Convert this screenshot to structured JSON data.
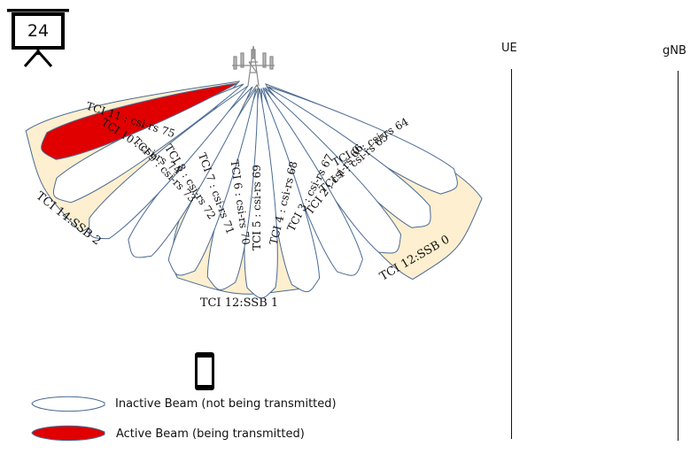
{
  "slide_counter": "24",
  "lanes": {
    "ue": "UE",
    "gnb": "gNB"
  },
  "ssb_groups": [
    {
      "id": "ssb0",
      "label": "TCI 12:SSB 0"
    },
    {
      "id": "ssb1",
      "label": "TCI 12:SSB 1"
    },
    {
      "id": "ssb2",
      "label": "TCI 14:SSB 2"
    }
  ],
  "beams": [
    {
      "tci": "0",
      "label": "TCI 0 : csi-rs 64",
      "state": "inactive"
    },
    {
      "tci": "1",
      "label": "TCI 1 : csi-rs 65",
      "state": "inactive"
    },
    {
      "tci": "2",
      "label": "TCI 2 : csi-rs 66",
      "state": "inactive"
    },
    {
      "tci": "3",
      "label": "TCI 3 : csi-rs 67",
      "state": "inactive"
    },
    {
      "tci": "4",
      "label": "TCI 4 : csi-rs 68",
      "state": "inactive"
    },
    {
      "tci": "5",
      "label": "TCI 5 : csi-rs 69",
      "state": "inactive"
    },
    {
      "tci": "6",
      "label": "TCI 6 : csi-rs 70",
      "state": "inactive"
    },
    {
      "tci": "7",
      "label": "TCI 7 : csi-rs 71",
      "state": "inactive"
    },
    {
      "tci": "8",
      "label": "TCI 8 : csi-rs 72",
      "state": "inactive"
    },
    {
      "tci": "9",
      "label": "TCI 9 : csi-rs 73",
      "state": "inactive"
    },
    {
      "tci": "10",
      "label": "TCI 10 : csi-rs 74",
      "state": "inactive"
    },
    {
      "tci": "11",
      "label": "TCI 11 : csi-rs 75",
      "state": "active"
    }
  ],
  "legend": {
    "inactive": "Inactive Beam (not being  transmitted)",
    "active": "Active Beam (being  transmitted)"
  },
  "colors": {
    "ssb_fill": "#fdefcf",
    "beam_stroke": "#4a6a93",
    "active_fill": "#e00000",
    "inactive_fill": "#ffffff"
  },
  "icons": [
    "presentation-board-icon",
    "cell-tower-icon",
    "mobile-phone-icon"
  ]
}
